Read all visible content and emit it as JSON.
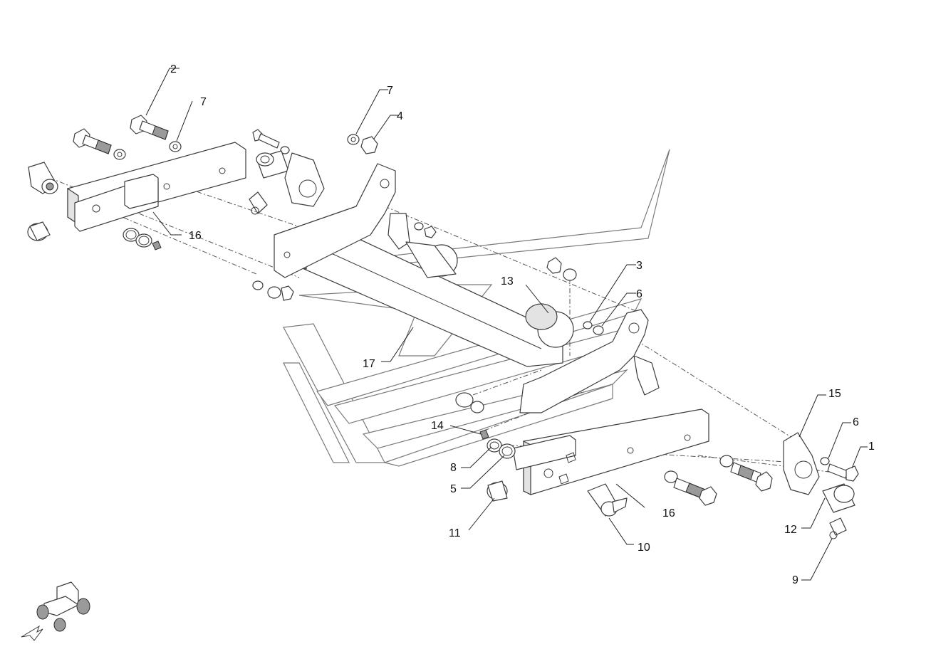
{
  "callouts": [
    {
      "id": "c-2a",
      "label": "2"
    },
    {
      "id": "c-7a",
      "label": "7"
    },
    {
      "id": "c-7b",
      "label": "7"
    },
    {
      "id": "c-4",
      "label": "4"
    },
    {
      "id": "c-16a",
      "label": "16"
    },
    {
      "id": "c-13",
      "label": "13"
    },
    {
      "id": "c-3",
      "label": "3"
    },
    {
      "id": "c-6a",
      "label": "6"
    },
    {
      "id": "c-17",
      "label": "17"
    },
    {
      "id": "c-15",
      "label": "15"
    },
    {
      "id": "c-6b",
      "label": "6"
    },
    {
      "id": "c-1",
      "label": "1"
    },
    {
      "id": "c-14",
      "label": "14"
    },
    {
      "id": "c-8",
      "label": "8"
    },
    {
      "id": "c-5",
      "label": "5"
    },
    {
      "id": "c-16b",
      "label": "16"
    },
    {
      "id": "c-12",
      "label": "12"
    },
    {
      "id": "c-11",
      "label": "11"
    },
    {
      "id": "c-10",
      "label": "10"
    },
    {
      "id": "c-9",
      "label": "9"
    }
  ]
}
